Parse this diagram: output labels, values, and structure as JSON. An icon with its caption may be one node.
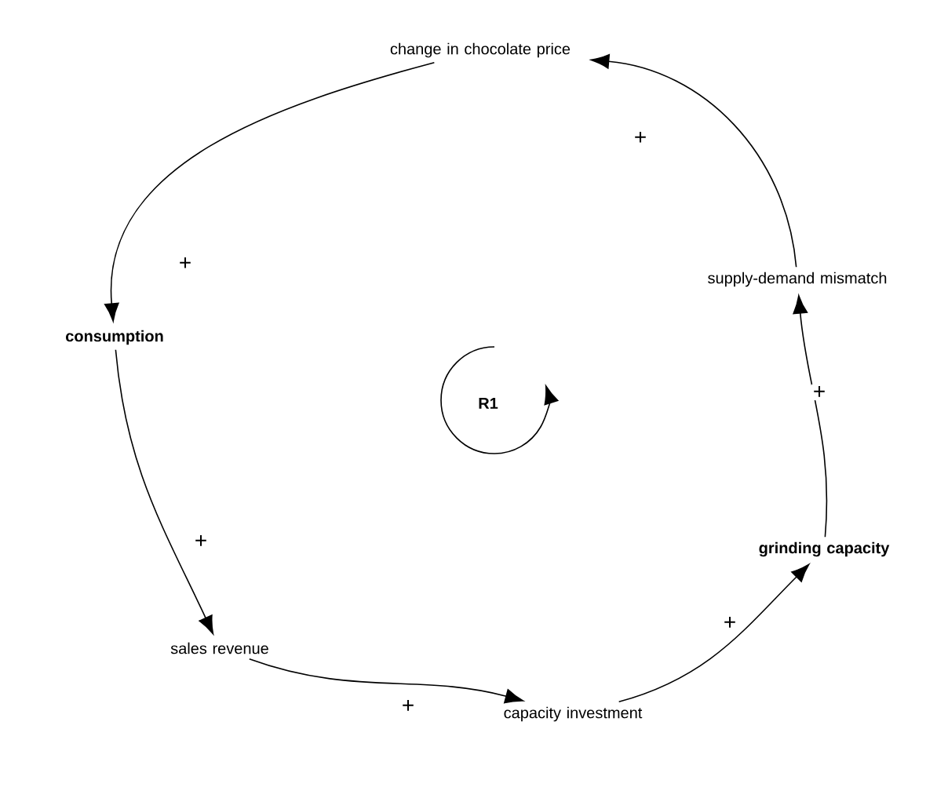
{
  "diagram": {
    "nodes": [
      {
        "text": [
          "change in chocolate price"
        ]
      },
      {
        "text": [
          "consumption"
        ]
      },
      {
        "text": [
          "sales revenue"
        ]
      },
      {
        "text": [
          "capacity investment"
        ]
      },
      {
        "text": [
          "grinding capacity"
        ]
      },
      {
        "text": [
          "supply-demand mismatch"
        ]
      }
    ],
    "edges": [
      {
        "from": 0,
        "to": 1,
        "arrow": "to",
        "label": "+"
      },
      {
        "from": 1,
        "to": 2,
        "arrow": "to",
        "label": "+"
      },
      {
        "from": 2,
        "to": 3,
        "arrow": "to",
        "label": "+"
      },
      {
        "from": 3,
        "to": 4,
        "arrow": "to",
        "label": "+"
      },
      {
        "from": 4,
        "to": 5,
        "arrow": "to",
        "label": "+"
      },
      {
        "from": 5,
        "to": 0,
        "arrow": "to",
        "label": "+"
      }
    ],
    "labels": [
      "R1"
    ]
  }
}
